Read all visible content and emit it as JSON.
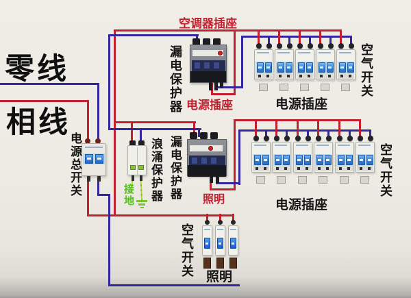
{
  "diagram": {
    "type": "home-distribution-wiring-diagram",
    "feed_labels": {
      "neutral": "零线",
      "phase": "相线"
    },
    "red_labels": {
      "ac_socket": "空调器插座",
      "socket_row1": "电源插座",
      "lighting_mid": "照明"
    },
    "black_labels": {
      "socket_row1": "电源插座",
      "air_switch_row1": "空气开关",
      "socket_row2": "电源插座",
      "air_switch_row2": "空气开关",
      "air_switch_bottom": "空气开关",
      "lighting_bottom": "照明"
    },
    "device_labels": {
      "leakage_protector_top": "漏电保护器",
      "main_switch": "电源总开关",
      "surge_protector": "浪涌保护器",
      "leakage_protector_mid": "漏电保护器",
      "ground": "接地"
    },
    "colors": {
      "phase_wire": "#c2202e",
      "neutral_wire": "#32279e",
      "ground_wire": "#a5cc38",
      "ground_text": "#53c01e",
      "red_label": "#c2202e",
      "black_label": "#161616"
    },
    "breaker_rows": [
      {
        "name": "row1",
        "count": 5,
        "pitch": 30,
        "type": "2-pole air switch"
      },
      {
        "name": "row2",
        "count": 6,
        "pitch": 30.4,
        "type": "2-pole air switch"
      },
      {
        "name": "row3",
        "count": 3,
        "pitch": 19,
        "type": "1-pole air switch"
      }
    ]
  }
}
